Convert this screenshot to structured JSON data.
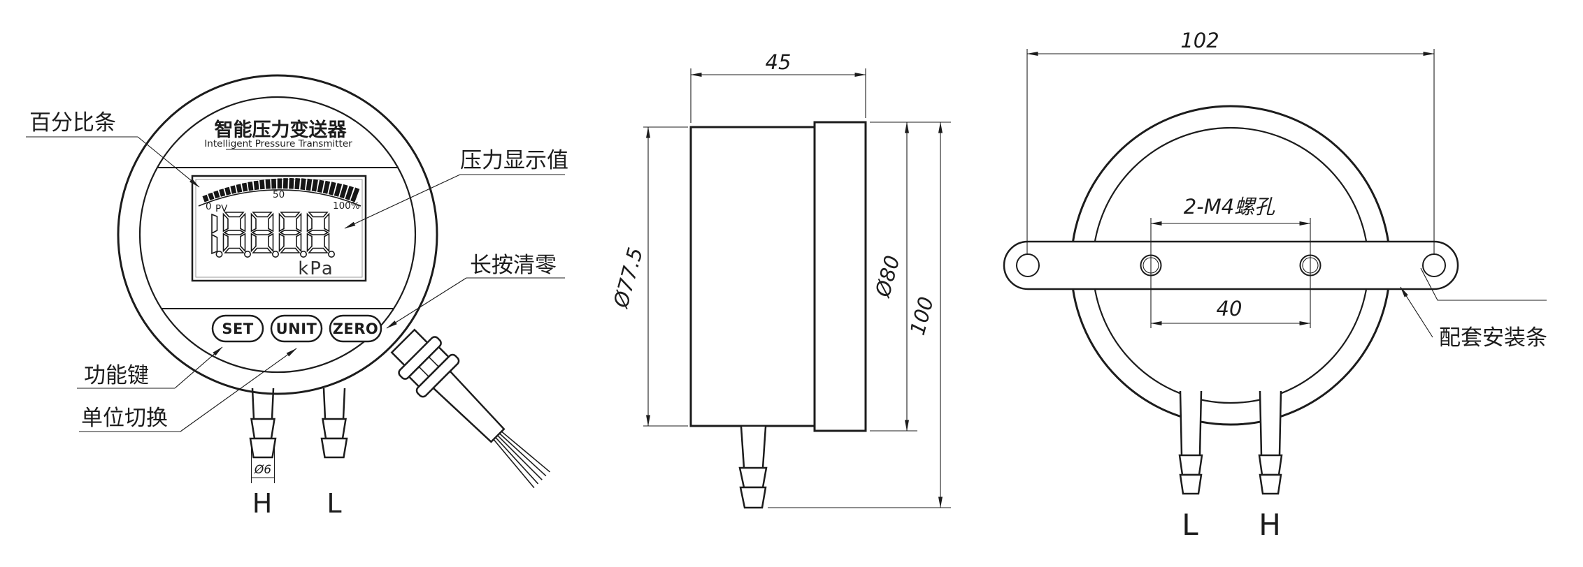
{
  "front_view": {
    "title": "智能压力变送器",
    "subtitle": "Intelligent Pressure Transmitter",
    "lcd": {
      "bargraph": {
        "segment_count": 27
      },
      "tick_zero": "0",
      "tick_pv": "PV",
      "tick_mid": "50",
      "tick_max": "100%",
      "value": "1.8.8.8.8.",
      "unit": "kPa"
    },
    "buttons": {
      "set": "SET",
      "unit": "UNIT",
      "zero": "ZERO"
    },
    "port_left": "H",
    "port_right": "L",
    "port_diameter": "Ø6",
    "callouts": {
      "percent_bar": "百分比条",
      "pressure_value": "压力显示值",
      "long_press_zero": "长按清零",
      "function_key": "功能键",
      "unit_switch": "单位切换"
    }
  },
  "side_view": {
    "dim_depth": "45",
    "dim_body_diameter": "Ø77.5",
    "dim_bezel_diameter": "Ø80",
    "dim_total_height": "100"
  },
  "rear_view": {
    "dim_overall": "102",
    "thread_holes": "2-M4螺孔",
    "dim_hole_spacing": "40",
    "mounting_strip": "配套安装条",
    "port_left": "L",
    "port_right": "H"
  }
}
